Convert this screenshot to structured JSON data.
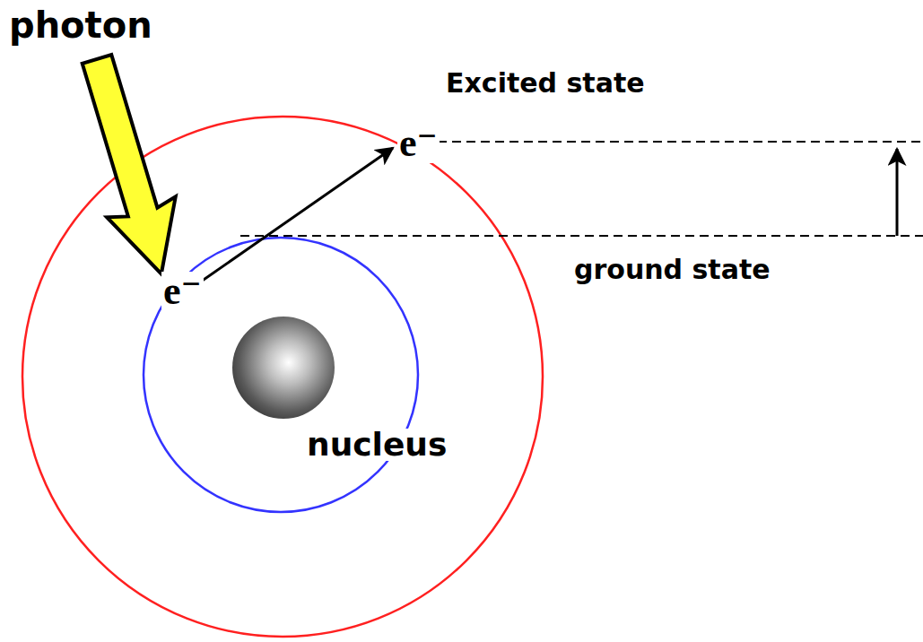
{
  "diagram": {
    "labels": [
      "photon",
      "Excited state",
      "e⁻",
      "e⁻",
      "ground state",
      "nucleus"
    ]
  }
}
